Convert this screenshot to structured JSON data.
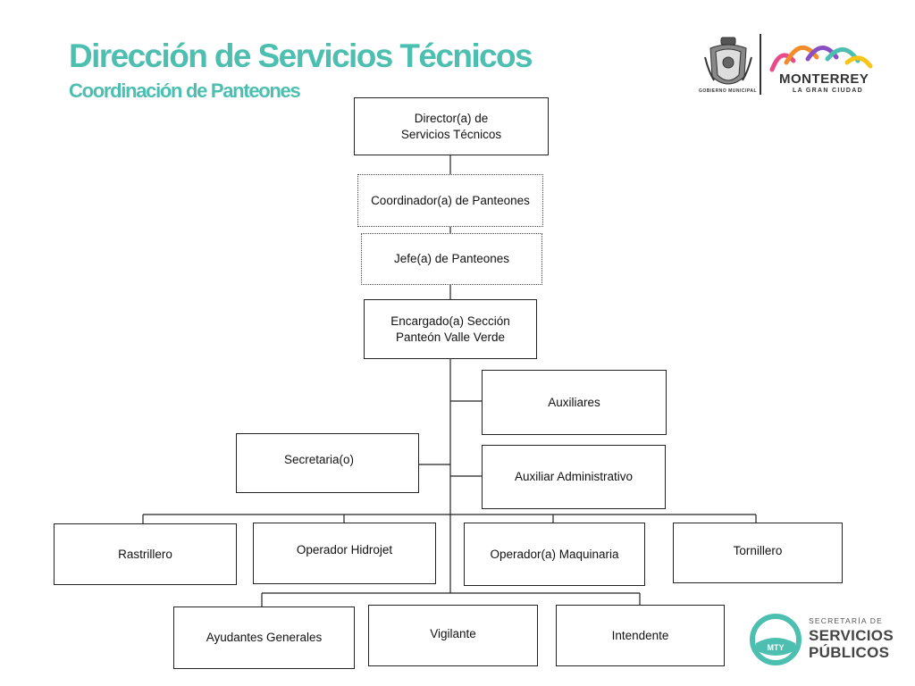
{
  "header": {
    "title": "Dirección de Servicios Técnicos",
    "subtitle": "Coordinación de Panteones"
  },
  "logos": {
    "seal_caption": "GOBIERNO MUNICIPAL",
    "city_name": "MONTERREY",
    "city_tagline": "LA GRAN CIUDAD",
    "secretaria_label": "SECRETARÍA DE",
    "secretaria_line1": "SERVICIOS",
    "secretaria_line2": "PÚBLICOS",
    "secretaria_badge": "MTY"
  },
  "org_chart": {
    "director": "Director(a) de\nServicios Técnicos",
    "coordinador": "Coordinador(a) de Panteones",
    "jefe": "Jefe(a) de Panteones",
    "encargado": "Encargado(a) Sección\nPanteón Valle Verde",
    "auxiliares": "Auxiliares",
    "auxiliar_administrativo": "Auxiliar Administrativo",
    "secretaria": "Secretaria(o)",
    "rastrillero": "Rastrillero",
    "operador_hidrojet": "Operador Hidrojet",
    "operador_maquinaria": "Operador(a) Maquinaria",
    "tornillero": "Tornillero",
    "ayudantes_generales": "Ayudantes Generales",
    "vigilante": "Vigilante",
    "intendente": "Intendente"
  },
  "colors": {
    "title": "#4dbfb0",
    "ssp_teal": "#4dbfb0",
    "line": "#222222"
  }
}
